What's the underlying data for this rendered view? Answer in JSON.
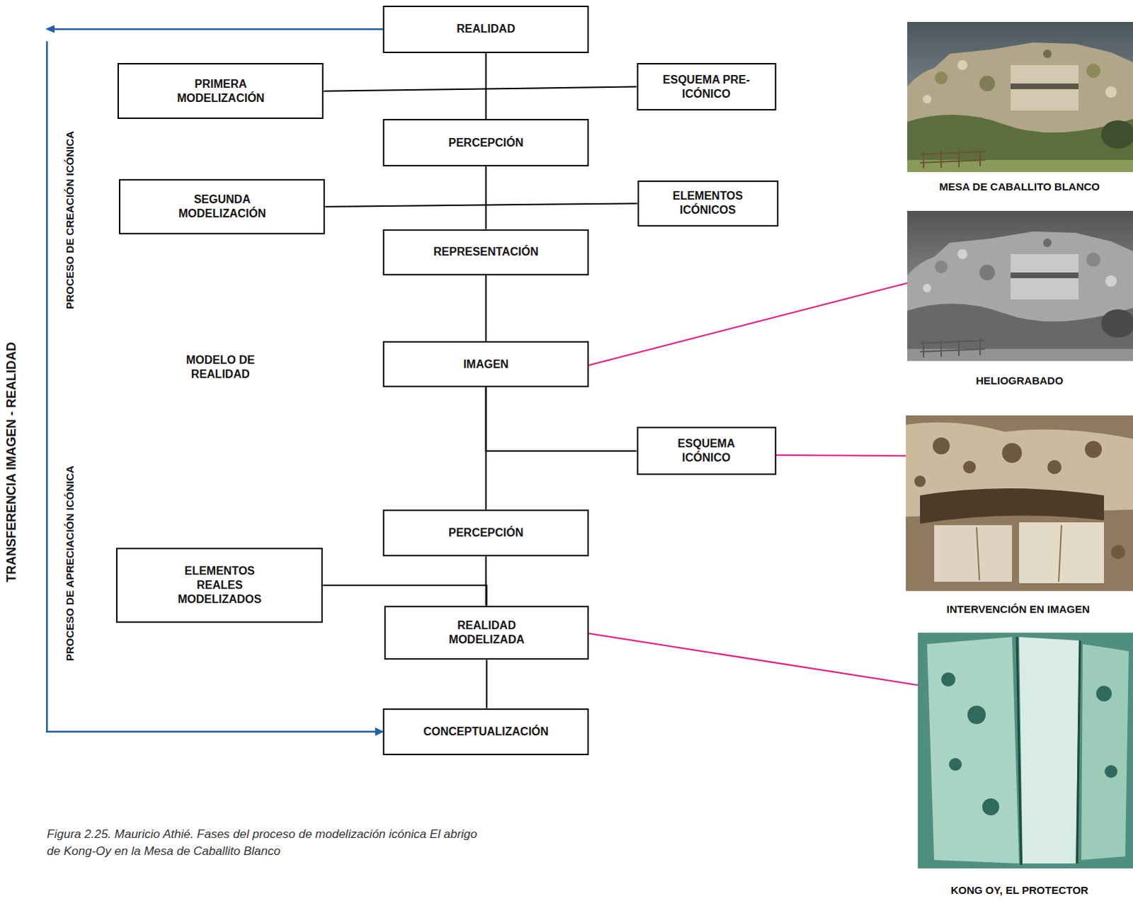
{
  "diagram": {
    "caption": "Figura 2.25. Mauricio Athié. Fases del proceso de modelización icónica El abrigo de Kong-Oy en la Mesa de Caballito Blanco",
    "nodes": [
      {
        "text": [
          "REALIDAD"
        ]
      },
      {
        "text": [
          "PRIMERA MODELIZACIÓN"
        ]
      },
      {
        "text": [
          "ESQUEMA PRE-ICÓNICO"
        ]
      },
      {
        "text": [
          "PERCEPCIÓN"
        ]
      },
      {
        "text": [
          "SEGUNDA MODELIZACIÓN"
        ]
      },
      {
        "text": [
          "ELEMENTOS ICÓNICOS"
        ]
      },
      {
        "text": [
          "REPRESENTACIÓN"
        ]
      },
      {
        "text": [
          "IMAGEN"
        ]
      },
      {
        "text": [
          "ESQUEMA ICÓNICO"
        ]
      },
      {
        "text": [
          "PERCEPCIÓN"
        ]
      },
      {
        "text": [
          "ELEMENTOS REALES MODELIZADOS"
        ]
      },
      {
        "text": [
          "REALIDAD MODELIZADA"
        ]
      },
      {
        "text": [
          "CONCEPTUALIZACIÓN"
        ]
      }
    ],
    "edges": [
      {
        "from": 0,
        "to": 3,
        "arrow": "none"
      },
      {
        "from": 1,
        "to": 2,
        "arrow": "none"
      },
      {
        "from": 3,
        "to": 6,
        "arrow": "none"
      },
      {
        "from": 4,
        "to": 5,
        "arrow": "none"
      },
      {
        "from": 6,
        "to": 7,
        "arrow": "none"
      },
      {
        "from": 7,
        "to": 9,
        "arrow": "none"
      },
      {
        "from": 8,
        "to": 7,
        "arrow": "none"
      },
      {
        "from": 9,
        "to": 11,
        "arrow": "none"
      },
      {
        "from": 10,
        "to": 11,
        "arrow": "none"
      },
      {
        "from": 11,
        "to": 12,
        "arrow": "none"
      },
      {
        "from": 0,
        "to": 12,
        "arrow": "to"
      }
    ],
    "labels": [
      "PROCESO DE CREACIÓN ICÓNICA",
      "MODELO DE REALIDAD",
      "PROCESO DE APRECIACIÓN ICÓNICA",
      "TRANSFERENCIA IMAGEN - REALIDAD",
      "MESA DE CABALLITO BLANCO",
      "HELIOGRABADO",
      "INTERVENCIÓN EN IMAGEN",
      "KONG OY, EL PROTECTOR"
    ]
  }
}
